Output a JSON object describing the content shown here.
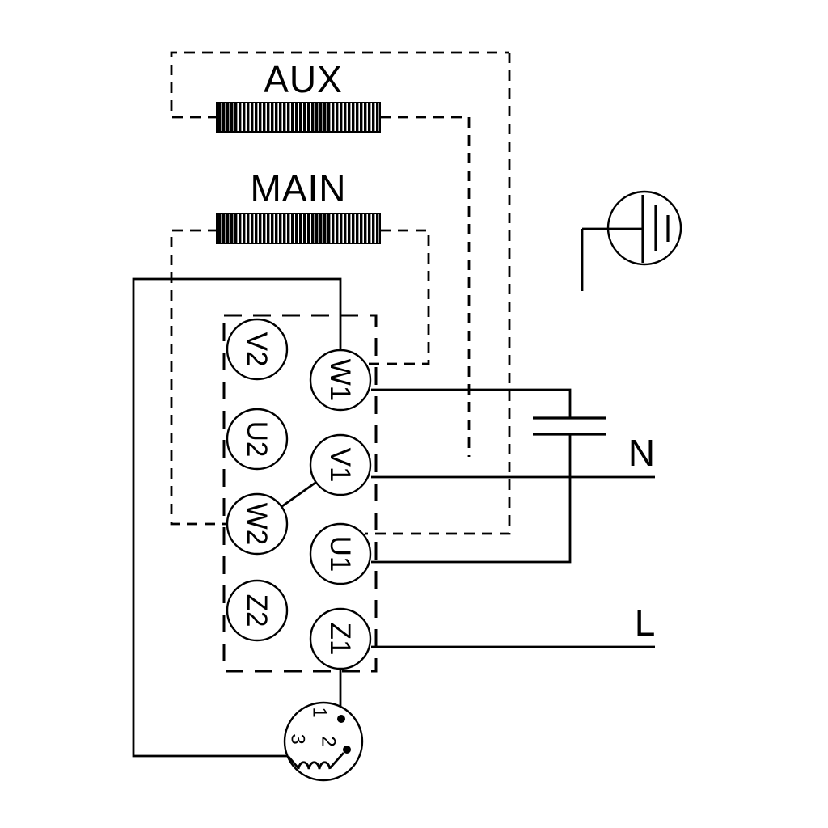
{
  "labels": {
    "aux": "AUX",
    "main": "MAIN",
    "neutral": "N",
    "line": "L"
  },
  "terminals": {
    "left": [
      "V2",
      "U2",
      "W2",
      "Z2"
    ],
    "right": [
      "W1",
      "V1",
      "U1",
      "Z1"
    ]
  },
  "protector_pins": [
    "1",
    "2",
    "3"
  ],
  "colors": {
    "ink": "#000000",
    "paper": "#ffffff"
  },
  "icons": {
    "earth": "earth-ground-symbol",
    "capacitor": "capacitor-symbol",
    "aux_coil": "winding-coil",
    "main_coil": "winding-coil",
    "protector": "thermal-protector-symbol"
  }
}
